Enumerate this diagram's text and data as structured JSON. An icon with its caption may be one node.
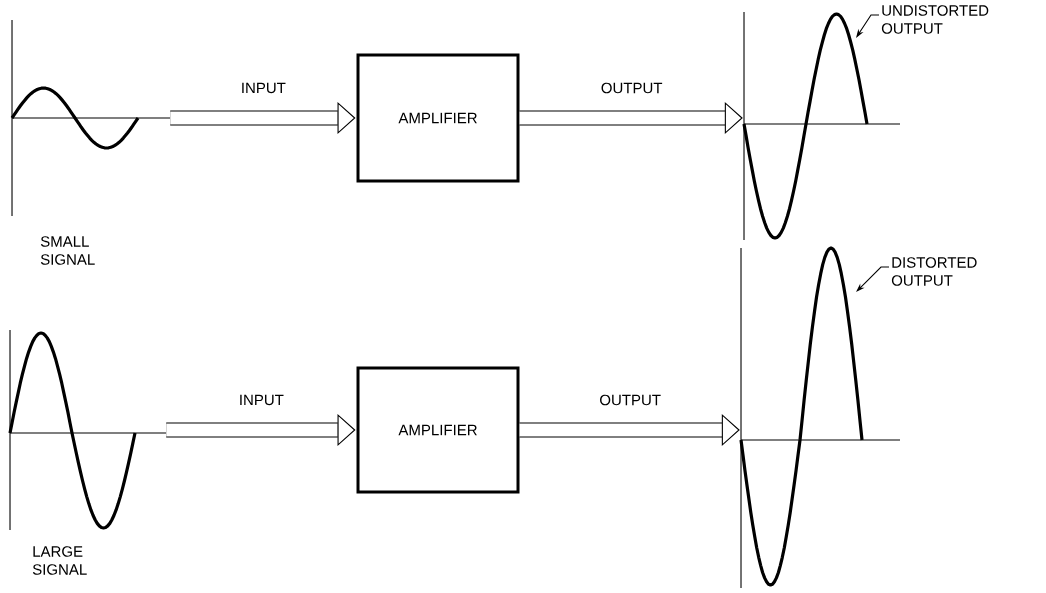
{
  "diagram": {
    "nodes": [
      {
        "text": [],
        "shape": "picture",
        "beside": [
          "SMALL SIGNAL"
        ]
      },
      {
        "text": [
          "AMPLIFIER"
        ]
      },
      {
        "text": [],
        "shape": "picture"
      },
      {
        "text": [
          "UNDISTORTED OUTPUT"
        ]
      },
      {
        "text": [],
        "shape": "picture",
        "beside": [
          "LARGE SIGNAL"
        ]
      },
      {
        "text": [
          "AMPLIFIER"
        ]
      },
      {
        "text": [],
        "shape": "picture"
      },
      {
        "text": [
          "DISTORTED OUTPUT"
        ]
      }
    ],
    "edges": [
      {
        "from": 0,
        "to": 1,
        "arrow": "to",
        "label": "INPUT"
      },
      {
        "from": 1,
        "to": 2,
        "arrow": "to",
        "label": "OUTPUT"
      },
      {
        "from": 3,
        "to": 2,
        "arrow": "to"
      },
      {
        "from": 4,
        "to": 5,
        "arrow": "to",
        "label": "INPUT"
      },
      {
        "from": 5,
        "to": 6,
        "arrow": "to",
        "label": "OUTPUT"
      },
      {
        "from": 7,
        "to": 6,
        "arrow": "to"
      }
    ]
  }
}
